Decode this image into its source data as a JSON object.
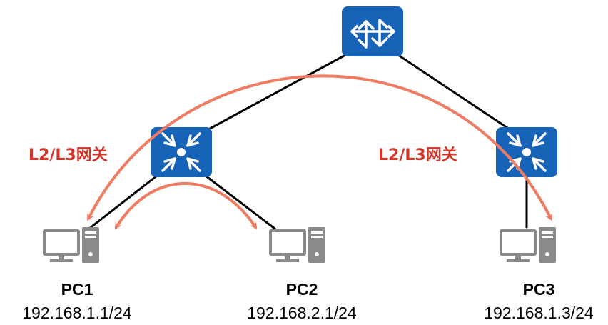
{
  "colors": {
    "device_blue": "#1763b8",
    "link_line": "#000000",
    "flow_arrow": "#ee7b62",
    "gateway_label": "#d2352a",
    "pc_gray": "#8a8a8a"
  },
  "devices": {
    "router": {
      "icon": "router-icon"
    },
    "switch_left": {
      "icon": "l3-switch-icon"
    },
    "switch_right": {
      "icon": "l3-switch-icon"
    }
  },
  "gateway_labels": [
    "L2/L3网关",
    "L2/L3网关"
  ],
  "pcs": [
    {
      "name": "PC1",
      "ip": "192.168.1.1/24",
      "icon": "pc-icon"
    },
    {
      "name": "PC2",
      "ip": "192.168.2.1/24",
      "icon": "pc-icon"
    },
    {
      "name": "PC3",
      "ip": "192.168.1.3/24",
      "icon": "pc-icon"
    }
  ]
}
